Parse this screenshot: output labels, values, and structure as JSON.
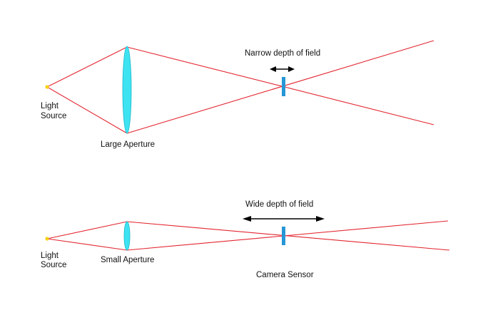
{
  "colors": {
    "ray": "#e32630",
    "lens": "#3ee3f2",
    "lens_outline": "#1bb7c9",
    "sensor": "#2597d6",
    "light_source": "#f7d21a",
    "arrow": "#000000",
    "text": "#111111"
  },
  "top_diagram": {
    "light_source_label_line1": "Light",
    "light_source_label_line2": "Source",
    "aperture_label": "Large Aperture",
    "depth_label": "Narrow depth of field"
  },
  "bottom_diagram": {
    "light_source_label_line1": "Light",
    "light_source_label_line2": "Source",
    "aperture_label": "Small Aperture",
    "depth_label": "Wide depth of field",
    "sensor_label": "Camera Sensor"
  }
}
